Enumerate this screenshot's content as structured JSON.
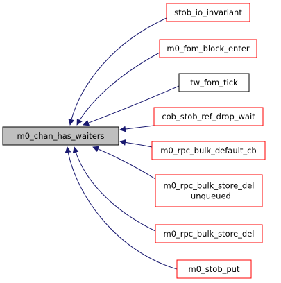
{
  "graph": {
    "root": {
      "label": "m0_chan_has_waiters",
      "fill": "#bfbfbf",
      "border": "#000000"
    },
    "callers": [
      {
        "lines": [
          "stob_io_invariant"
        ],
        "border": "#ff0000"
      },
      {
        "lines": [
          "m0_fom_block_enter"
        ],
        "border": "#ff0000"
      },
      {
        "lines": [
          "tw_fom_tick"
        ],
        "border": "#000000"
      },
      {
        "lines": [
          "cob_stob_ref_drop_wait"
        ],
        "border": "#ff0000"
      },
      {
        "lines": [
          "m0_rpc_bulk_default_cb"
        ],
        "border": "#ff0000"
      },
      {
        "lines": [
          "m0_rpc_bulk_store_del",
          "_unqueued"
        ],
        "border": "#ff0000"
      },
      {
        "lines": [
          "m0_rpc_bulk_store_del"
        ],
        "border": "#ff0000"
      },
      {
        "lines": [
          "m0_stob_put"
        ],
        "border": "#ff0000"
      }
    ],
    "edge_color": "#191970"
  }
}
